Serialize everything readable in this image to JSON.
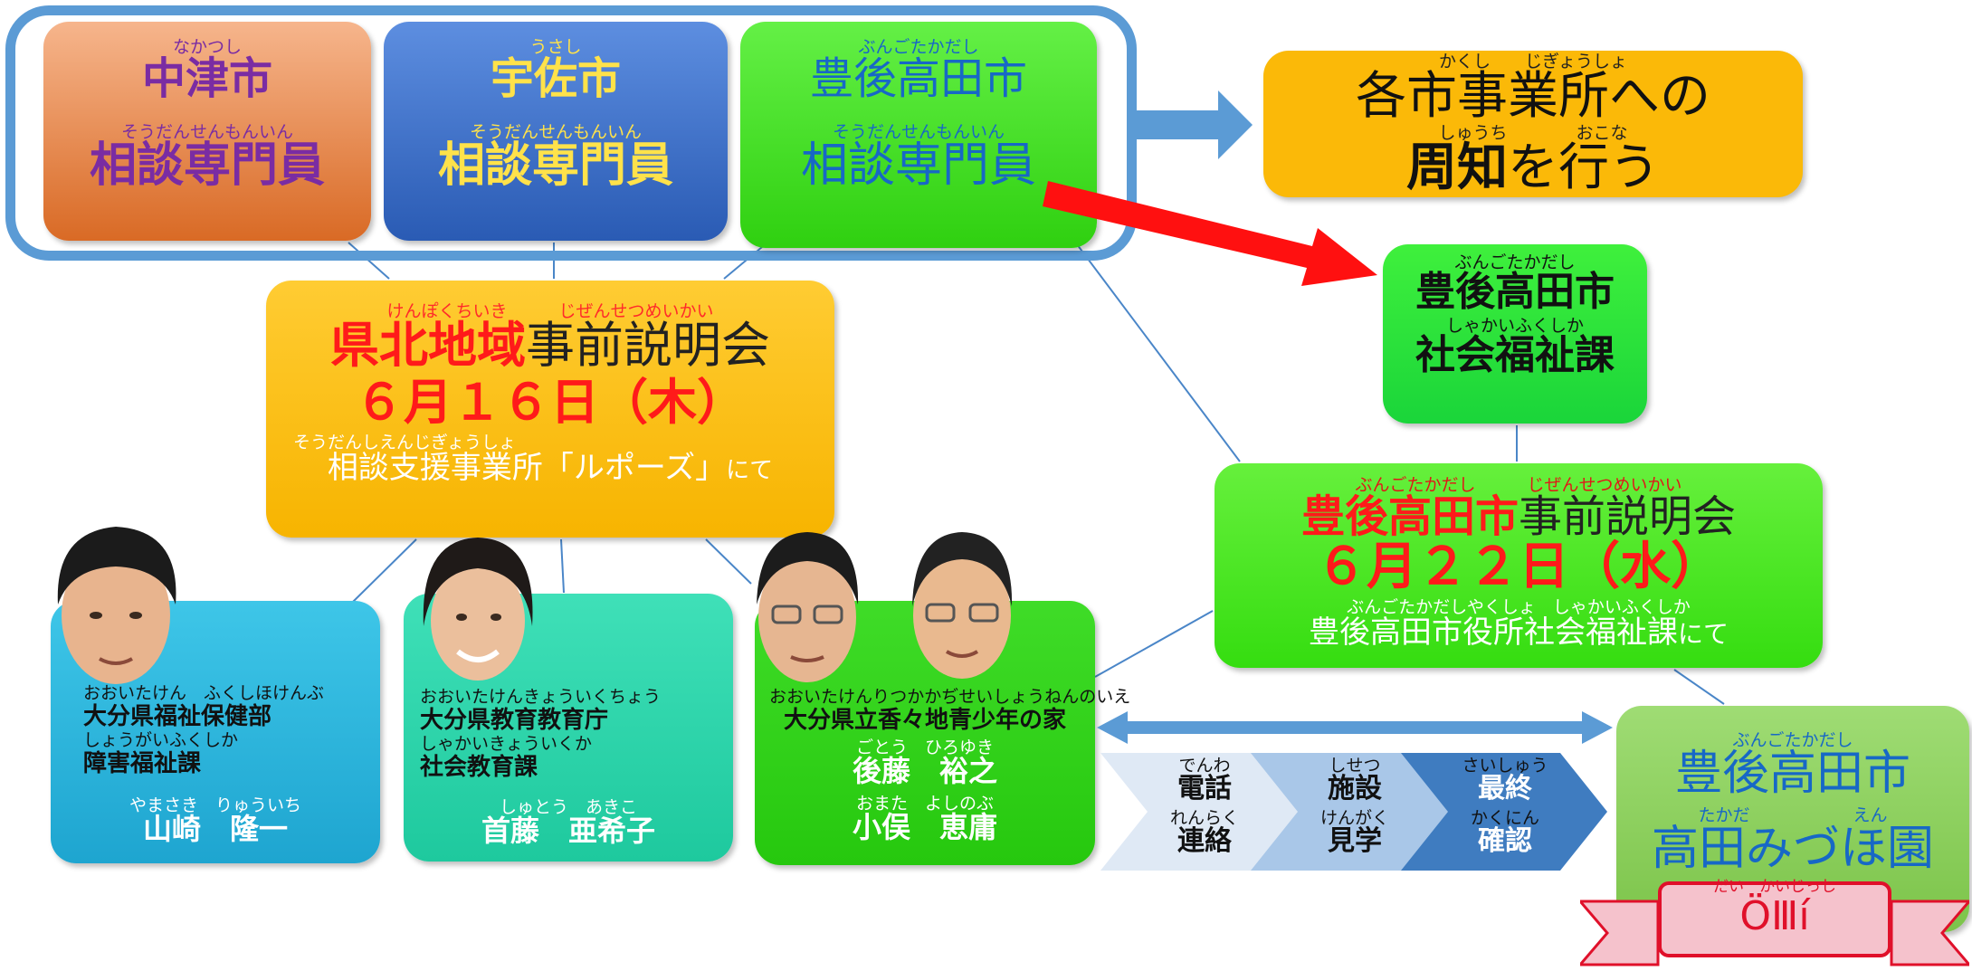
{
  "colors": {
    "frame_blue": "#5b9bd5",
    "nakatsu_orange": "#e9823c",
    "usa_blue": "#3b6fc9",
    "bungo_green": "#3ee61a",
    "yellow": "#f6b800",
    "red": "#ff1a1a",
    "teal1": "#2aa8d6",
    "teal2": "#21c7a9",
    "green_card": "#38d41c",
    "olive_green": "#8ccf5b"
  },
  "cities": [
    {
      "ruby": "なかつし",
      "name": "中津市",
      "role_ruby": "そうだんせんもんいん",
      "role": "相談専門員"
    },
    {
      "ruby": "うさし",
      "name": "宇佐市",
      "role_ruby": "そうだんせんもんいん",
      "role": "相談専門員"
    },
    {
      "ruby": "ぶんごたかだし",
      "name": "豊後高田市",
      "role_ruby": "そうだんせんもんいん",
      "role": "相談専門員"
    }
  ],
  "notice": {
    "ruby1": "かくし　　じぎょうしょ",
    "line1": "各市事業所への",
    "ruby2": "しゅうち　　　　おこな",
    "line2_bold": "周知",
    "line2_rest": "を行う"
  },
  "welfare_dept": {
    "ruby1": "ぶんごたかだし",
    "line1": "豊後高田市",
    "ruby2": "しゃかいふくしか",
    "line2": "社会福祉課"
  },
  "kenpoku_meeting": {
    "ruby": "けんぽくちいき　　　じぜんせつめいかい",
    "title_red": "県北地域",
    "title_rest": "事前説明会",
    "date": "６月１６日（木）",
    "venue_ruby": "そうだんしえんじぎょうしょ",
    "venue": "相談支援事業所「ルポーズ」",
    "venue_suffix": "にて"
  },
  "bungo_meeting": {
    "ruby": "ぶんごたかだし　　　じぜんせつめいかい",
    "title_red": "豊後高田市",
    "title_rest": "事前説明会",
    "date": "６月２２日（水）",
    "venue_ruby": "ぶんごたかだしやくしょ　しゃかいふくしか",
    "venue": "豊後高田市役所社会福祉課",
    "venue_suffix": "にて"
  },
  "people": [
    {
      "org_ruby": "おおいたけん　ふくしほけんぶ",
      "org": "大分県福祉保健部",
      "dept_ruby": "しょうがいふくしか",
      "dept": "障害福祉課",
      "name_ruby": "やまさき　りゅういち",
      "name": "山崎　隆一"
    },
    {
      "org_ruby": "おおいたけんきょういくちょう",
      "org": "大分県教育教育庁",
      "dept_ruby": "しゃかいきょういくか",
      "dept": "社会教育課",
      "name_ruby": "しゅとう　あきこ",
      "name": "首藤　亜希子"
    },
    {
      "org_ruby": "おおいたけんりつかかぢせいしょうねんのいえ",
      "org": "大分県立香々地青少年の家",
      "name1_ruby": "ごとう　ひろゆき",
      "name1": "後藤　裕之",
      "name2_ruby": "おまた　よしのぶ",
      "name2": "小俣　恵庸"
    }
  ],
  "steps": [
    {
      "ruby1": "でんわ",
      "line1": "電話",
      "ruby2": "れんらく",
      "line2": "連絡"
    },
    {
      "ruby1": "しせつ",
      "line1": "施設",
      "ruby2": "けんがく",
      "line2": "見学"
    },
    {
      "ruby1": "さいしゅう",
      "line1": "最終",
      "ruby2": "かくにん",
      "line2": "確認"
    }
  ],
  "facility": {
    "ruby1": "ぶんごたかだし",
    "line1": "豊後高田市",
    "ruby2": "たかだ　　　　　　えん",
    "line2": "高田みづほ園"
  },
  "ribbon": {
    "ruby": "だい　かいじっし",
    "text": "ÖⅢí"
  }
}
